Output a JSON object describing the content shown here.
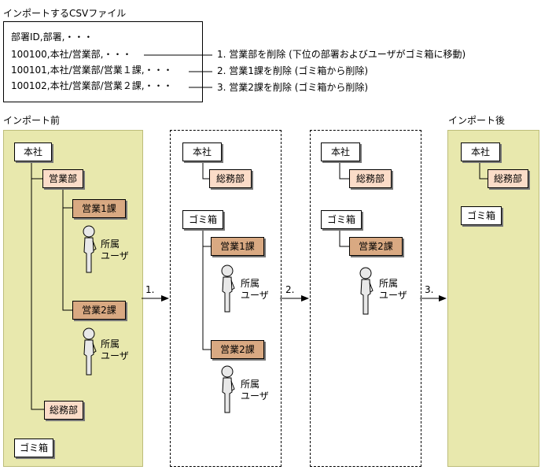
{
  "csv": {
    "title": "インポートするCSVファイル",
    "lines": [
      "部署ID,部署,・・・",
      "100100,本社/営業部,・・・",
      "100101,本社/営業部/営業１課,・・・",
      "100102,本社/営業部/営業２課,・・・"
    ]
  },
  "notes": [
    "1. 営業部を削除 (下位の部署およびユーザがゴミ箱に移動)",
    "2. 営業1課を削除 (ゴミ箱から削除)",
    "3. 営業2課を削除 (ゴミ箱から削除)"
  ],
  "labels": {
    "before": "インポート前",
    "after": "インポート後"
  },
  "steps": [
    "1.",
    "2.",
    "3."
  ],
  "nodes": {
    "honsha": "本社",
    "eigyobu": "営業部",
    "eigyo1": "営業1課",
    "eigyo2": "営業2課",
    "somubu": "総務部",
    "gomibako": "ゴミ箱",
    "user_line1": "所属",
    "user_line2": "ユーザ"
  },
  "colors": {
    "panel": "#e8e8ad",
    "box_light": "#fbdcc8",
    "box_dark": "#d9a982"
  }
}
